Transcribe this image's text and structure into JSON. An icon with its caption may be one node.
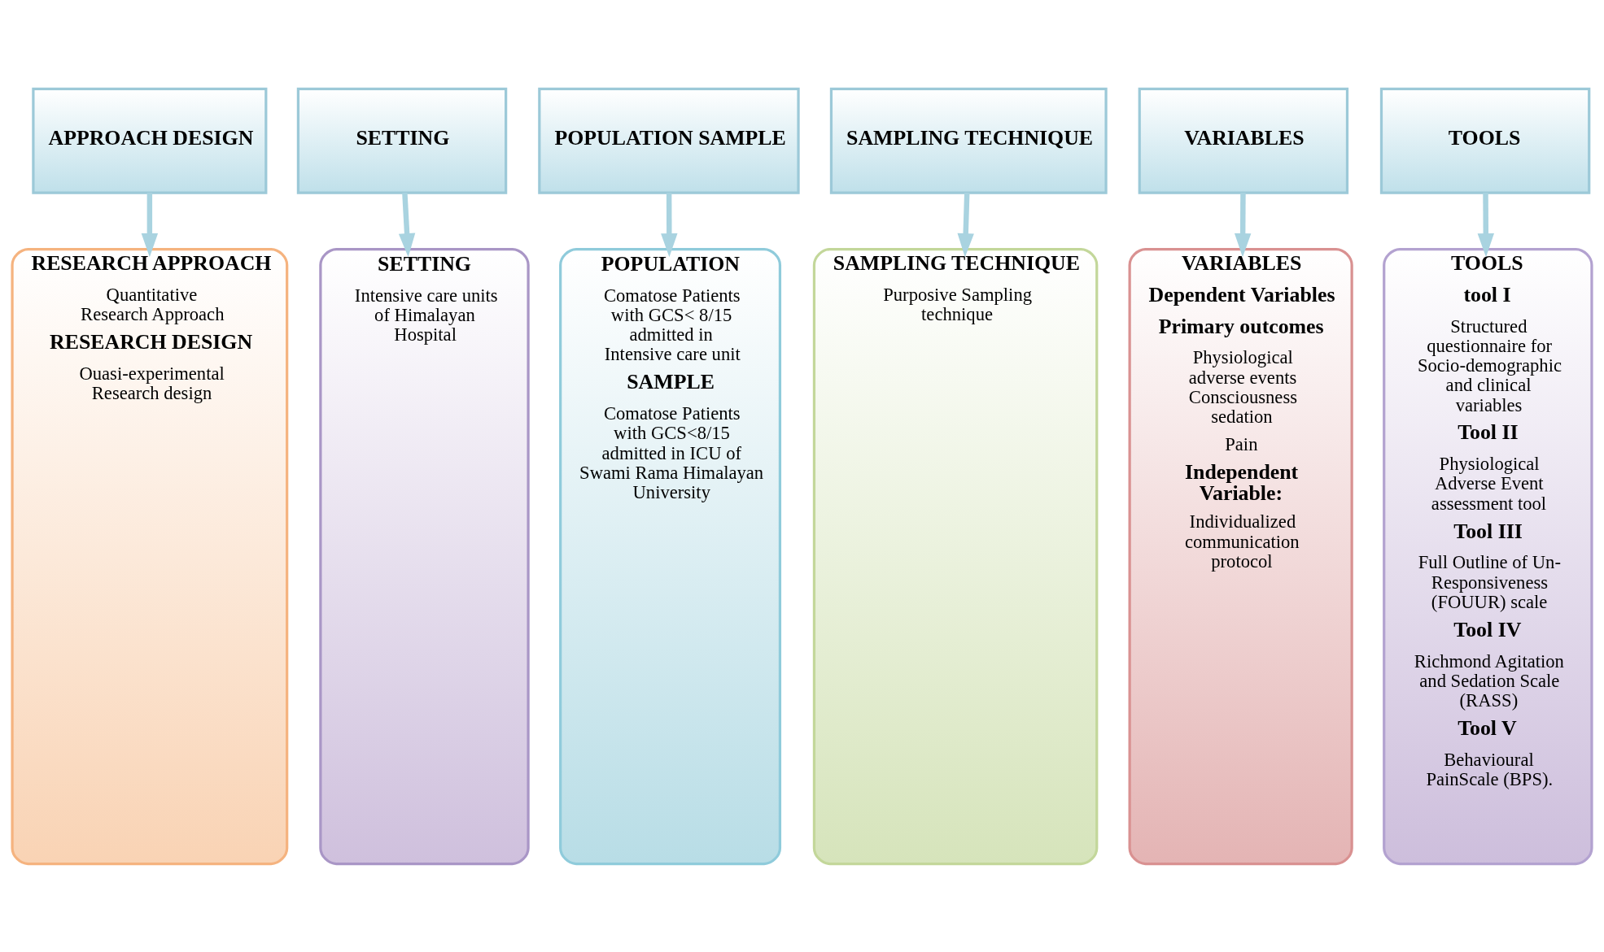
{
  "diagram": {
    "nodes": [
      {
        "text": [
          "APPROACH DESIGN"
        ]
      },
      {
        "text": [
          "SETTING"
        ]
      },
      {
        "text": [
          "POPULATION SAMPLE"
        ]
      },
      {
        "text": [
          "SAMPLING TECHNIQUE"
        ]
      },
      {
        "text": [
          "VARIABLES"
        ]
      },
      {
        "text": [
          "TOOLS"
        ]
      },
      {
        "text": [
          "RESEARCH APPROACH",
          "Quantitative Research Approach",
          "RESEARCH DESIGN",
          "Ouasi-experimental Research design"
        ]
      },
      {
        "text": [
          "SETTING",
          "Intensive care units of Himalayan Hospital"
        ]
      },
      {
        "text": [
          "POPULATION",
          "Comatose Patients with GCS< 8/15 admitted in Intensive care unit",
          "SAMPLE",
          "Comatose Patients with GCS<8/15 admitted in ICU of Swami Rama Himalayan University"
        ]
      },
      {
        "text": [
          "SAMPLING TECHNIQUE",
          "Purposive Sampling technique"
        ]
      },
      {
        "text": [
          "VARIABLES",
          "Dependent Variables",
          "Primary outcomes",
          "Physiological adverse events Consciousness sedation",
          "Pain",
          "Independent Variable:",
          "Individualized communication protocol"
        ]
      },
      {
        "text": [
          "TOOLS",
          "tool I",
          "Structured questionnaire for Socio-demographic and clinical variables",
          "Tool II",
          "Physiological Adverse Event assessment tool",
          "Tool III",
          "Full Outline of Un-Responsiveness (FOUUR) scale",
          "Tool IV",
          "Richmond Agitation and Sedation Scale (RASS)",
          "Tool V",
          "Behavioural PainScale (BPS)."
        ]
      }
    ],
    "edges": [
      {
        "from": 0,
        "to": 6,
        "arrow": "to"
      },
      {
        "from": 1,
        "to": 7,
        "arrow": "to"
      },
      {
        "from": 2,
        "to": 8,
        "arrow": "to"
      },
      {
        "from": 3,
        "to": 9,
        "arrow": "to"
      },
      {
        "from": 4,
        "to": 10,
        "arrow": "to"
      },
      {
        "from": 5,
        "to": 11,
        "arrow": "to"
      }
    ]
  }
}
